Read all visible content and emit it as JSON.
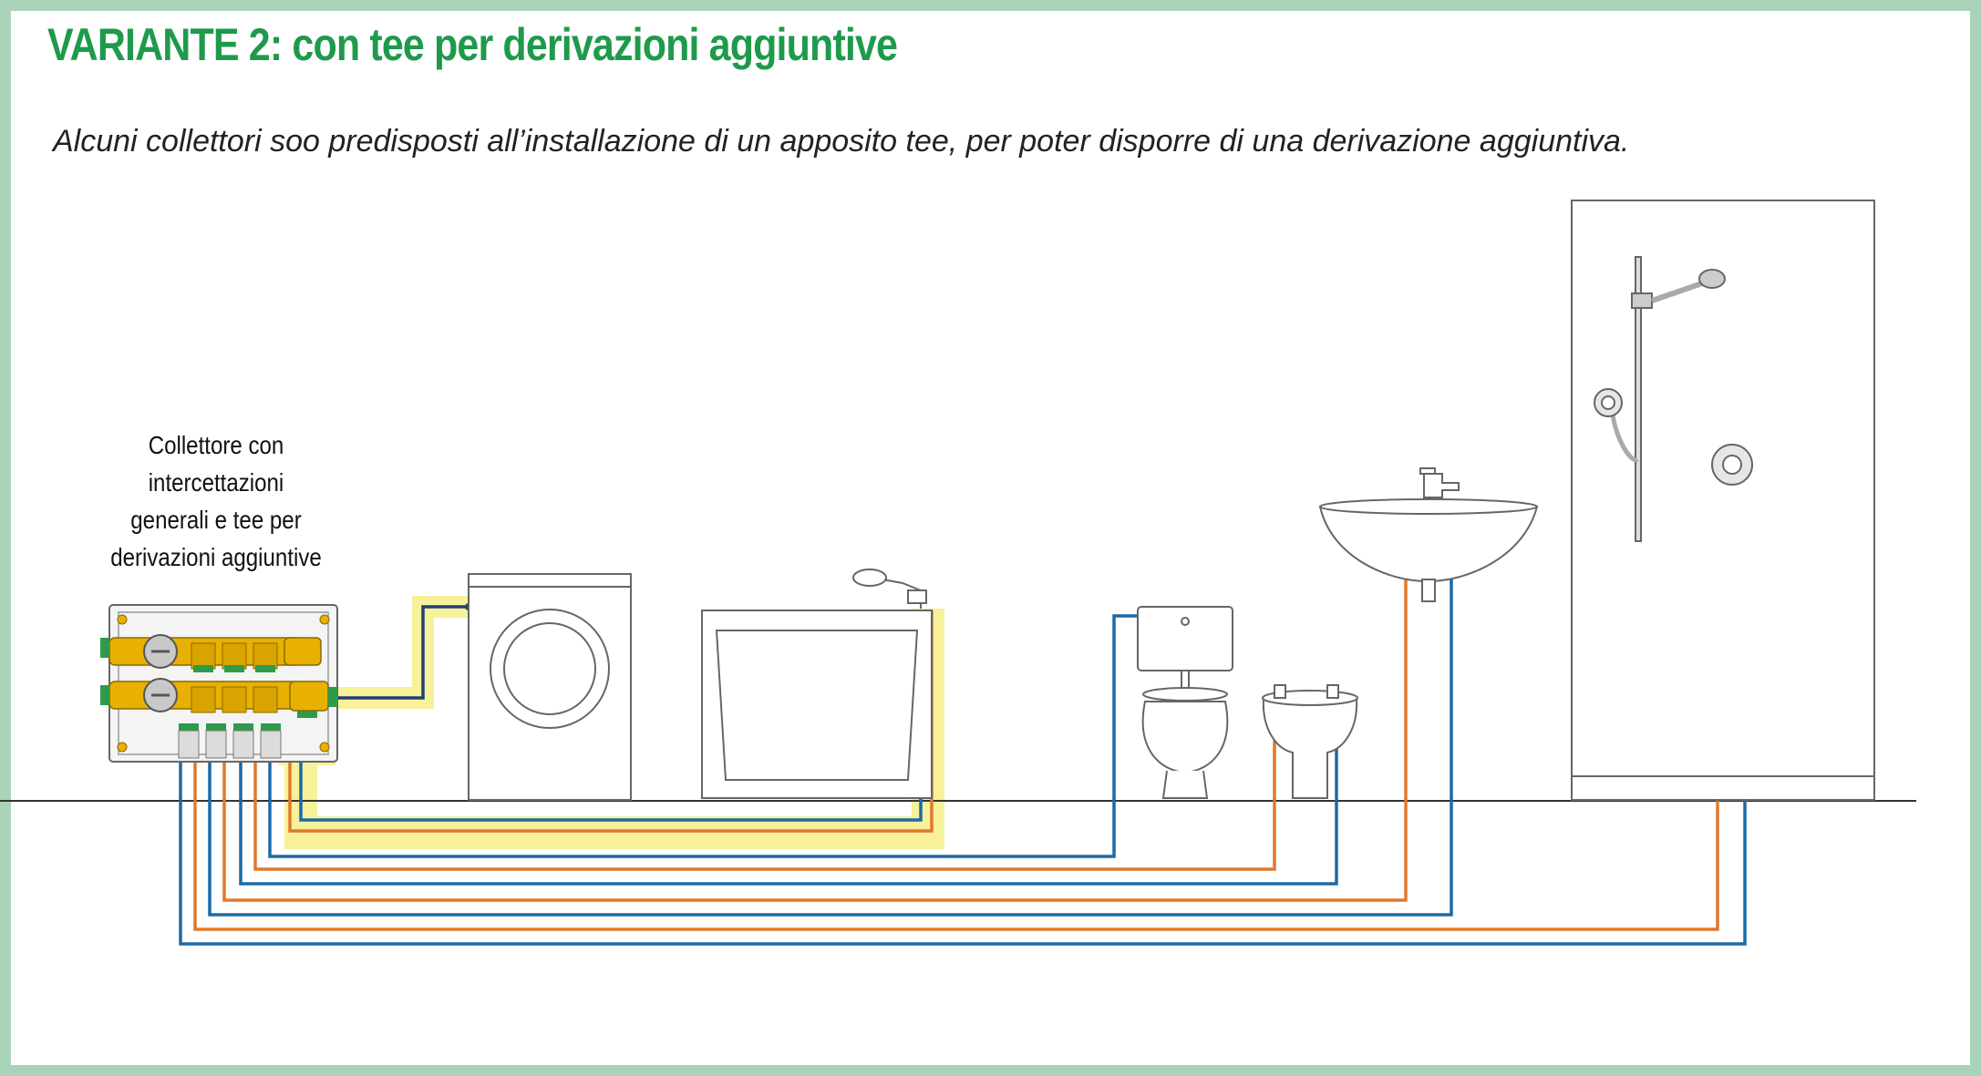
{
  "title": "VARIANTE 2: con tee per derivazioni aggiuntive",
  "subtitle": "Alcuni collettori soo predisposti all’installazione di un apposito tee, per poter disporre di una derivazione aggiuntiva.",
  "collector_label": {
    "lines": [
      "Collettore con",
      "intercettazioni",
      "generali e tee per",
      "derivazioni aggiuntive"
    ]
  },
  "colors": {
    "border": "#a9d3b9",
    "title": "#1f9a4c",
    "cold_pipe": "#1b6aa6",
    "hot_pipe": "#e07a2c",
    "dark_pipe": "#1e3f73",
    "highlight": "#f7f19a",
    "brass": "#e8b000",
    "fitting_green": "#2e9b4a",
    "outline": "#555555"
  },
  "icons": [
    "collector-manifold-icon",
    "washing-machine-icon",
    "bathtub-icon",
    "toilet-icon",
    "bidet-icon",
    "washbasin-icon",
    "shower-icon"
  ]
}
